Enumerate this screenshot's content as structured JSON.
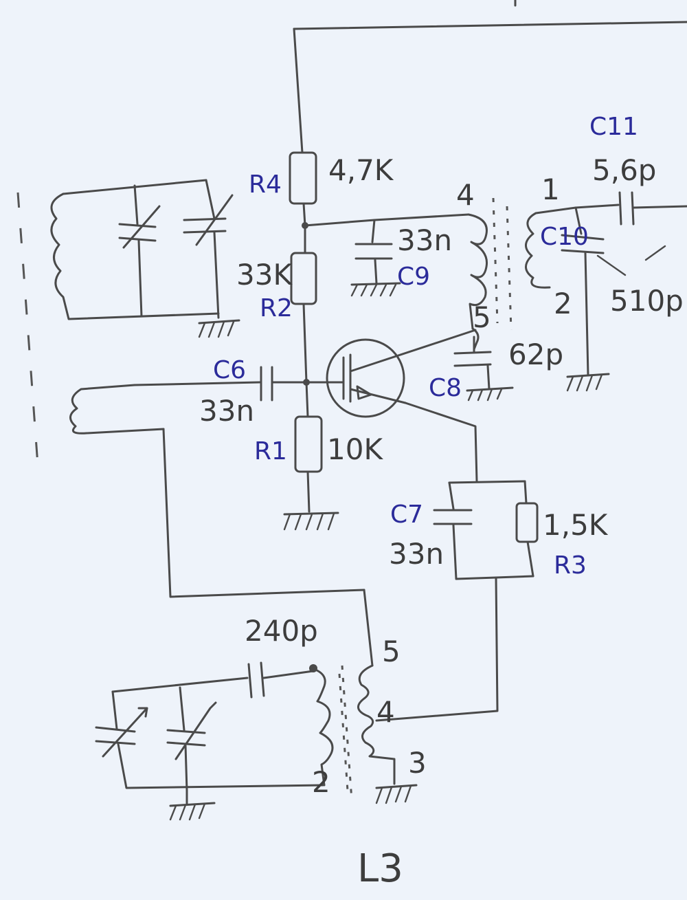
{
  "labels": {
    "r4_ref": "R4",
    "r4_value": "4,7K",
    "r2_ref": "R2",
    "r2_value": "33K",
    "r1_ref": "R1",
    "r1_value": "10K",
    "r3_ref": "R3",
    "r3_value": "1,5K",
    "c6_ref": "C6",
    "c6_value": "33n",
    "c9_ref": "C9",
    "c9_value": "33n",
    "c8_ref": "C8",
    "c8_value": "62p",
    "c7_ref": "C7",
    "c7_value": "33n",
    "c10_ref": "C10",
    "c10_value": "510p",
    "c11_ref": "C11",
    "c11_value": "5,6p",
    "c_240_value": "240p",
    "l3_name": "L3",
    "l3_pin_2": "2",
    "l3_pin_3": "3",
    "l3_pin_4": "4",
    "l3_pin_5": "5",
    "l4_pin_1": "1",
    "l4_pin_2": "2",
    "l4_pin_4": "4",
    "l4_pin_5": "5"
  }
}
